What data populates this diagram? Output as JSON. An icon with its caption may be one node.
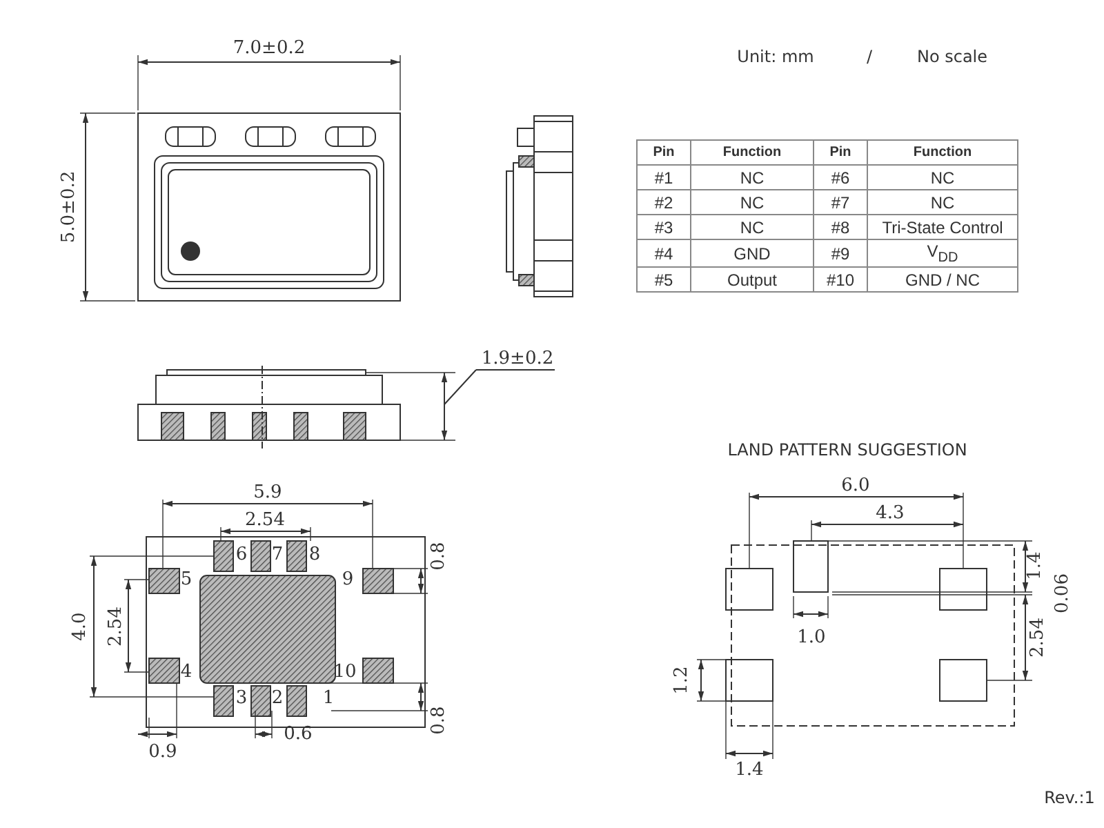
{
  "diagram": {
    "labels": [
      "7.0±0.2",
      "Unit: mm",
      "/",
      "No scale",
      "5.0±0.2",
      "Pin",
      "Function",
      "Pin",
      "Function",
      "#1",
      "NC",
      "#6",
      "NC",
      "#2",
      "NC",
      "#7",
      "NC",
      "#3",
      "NC",
      "#8",
      "Tri-State Control",
      "#4",
      "GND",
      "#9",
      "V$_{DD}$",
      "#5",
      "Output",
      "#10",
      "GND / NC",
      "1.9±0.2",
      "LAND PATTERN SUGGESTION",
      "5.9",
      "6.0",
      "2.54",
      "4.3",
      "6",
      "7",
      "8",
      "0.8",
      "1.4",
      "5",
      "9",
      "0.06",
      "4.0",
      "2.54",
      "2.54",
      "1.0",
      "4",
      "10",
      "3",
      "2",
      "1",
      "1.2",
      "0.9",
      "0.6",
      "0.8",
      "1.4",
      "Rev.:1"
    ]
  }
}
